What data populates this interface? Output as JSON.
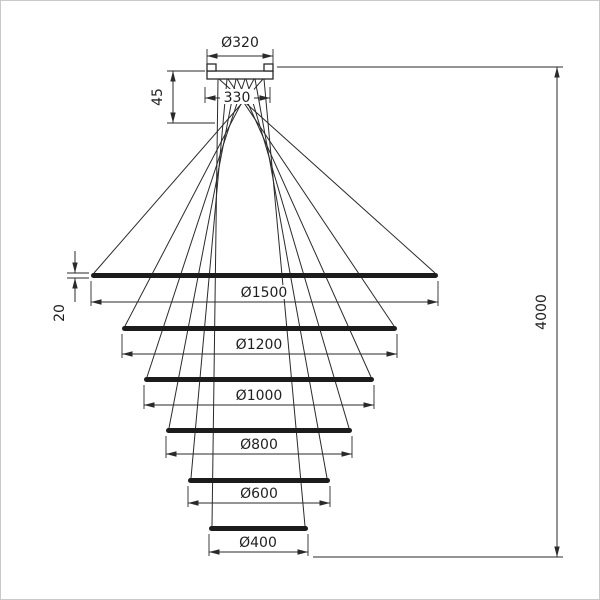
{
  "colors": {
    "line": "#2a2a2a",
    "text": "#1f1f1f",
    "background": "#ffffff",
    "border": "#c9c9c9"
  },
  "dimensions": {
    "canopy_diameter": "Ø320",
    "suspension_spread": "330",
    "canopy_height": "45",
    "ring_profile_height": "20",
    "overall_drop": "4000",
    "rings": [
      {
        "label": "Ø1500"
      },
      {
        "label": "Ø1200"
      },
      {
        "label": "Ø1000"
      },
      {
        "label": "Ø800"
      },
      {
        "label": "Ø600"
      },
      {
        "label": "Ø400"
      }
    ]
  }
}
